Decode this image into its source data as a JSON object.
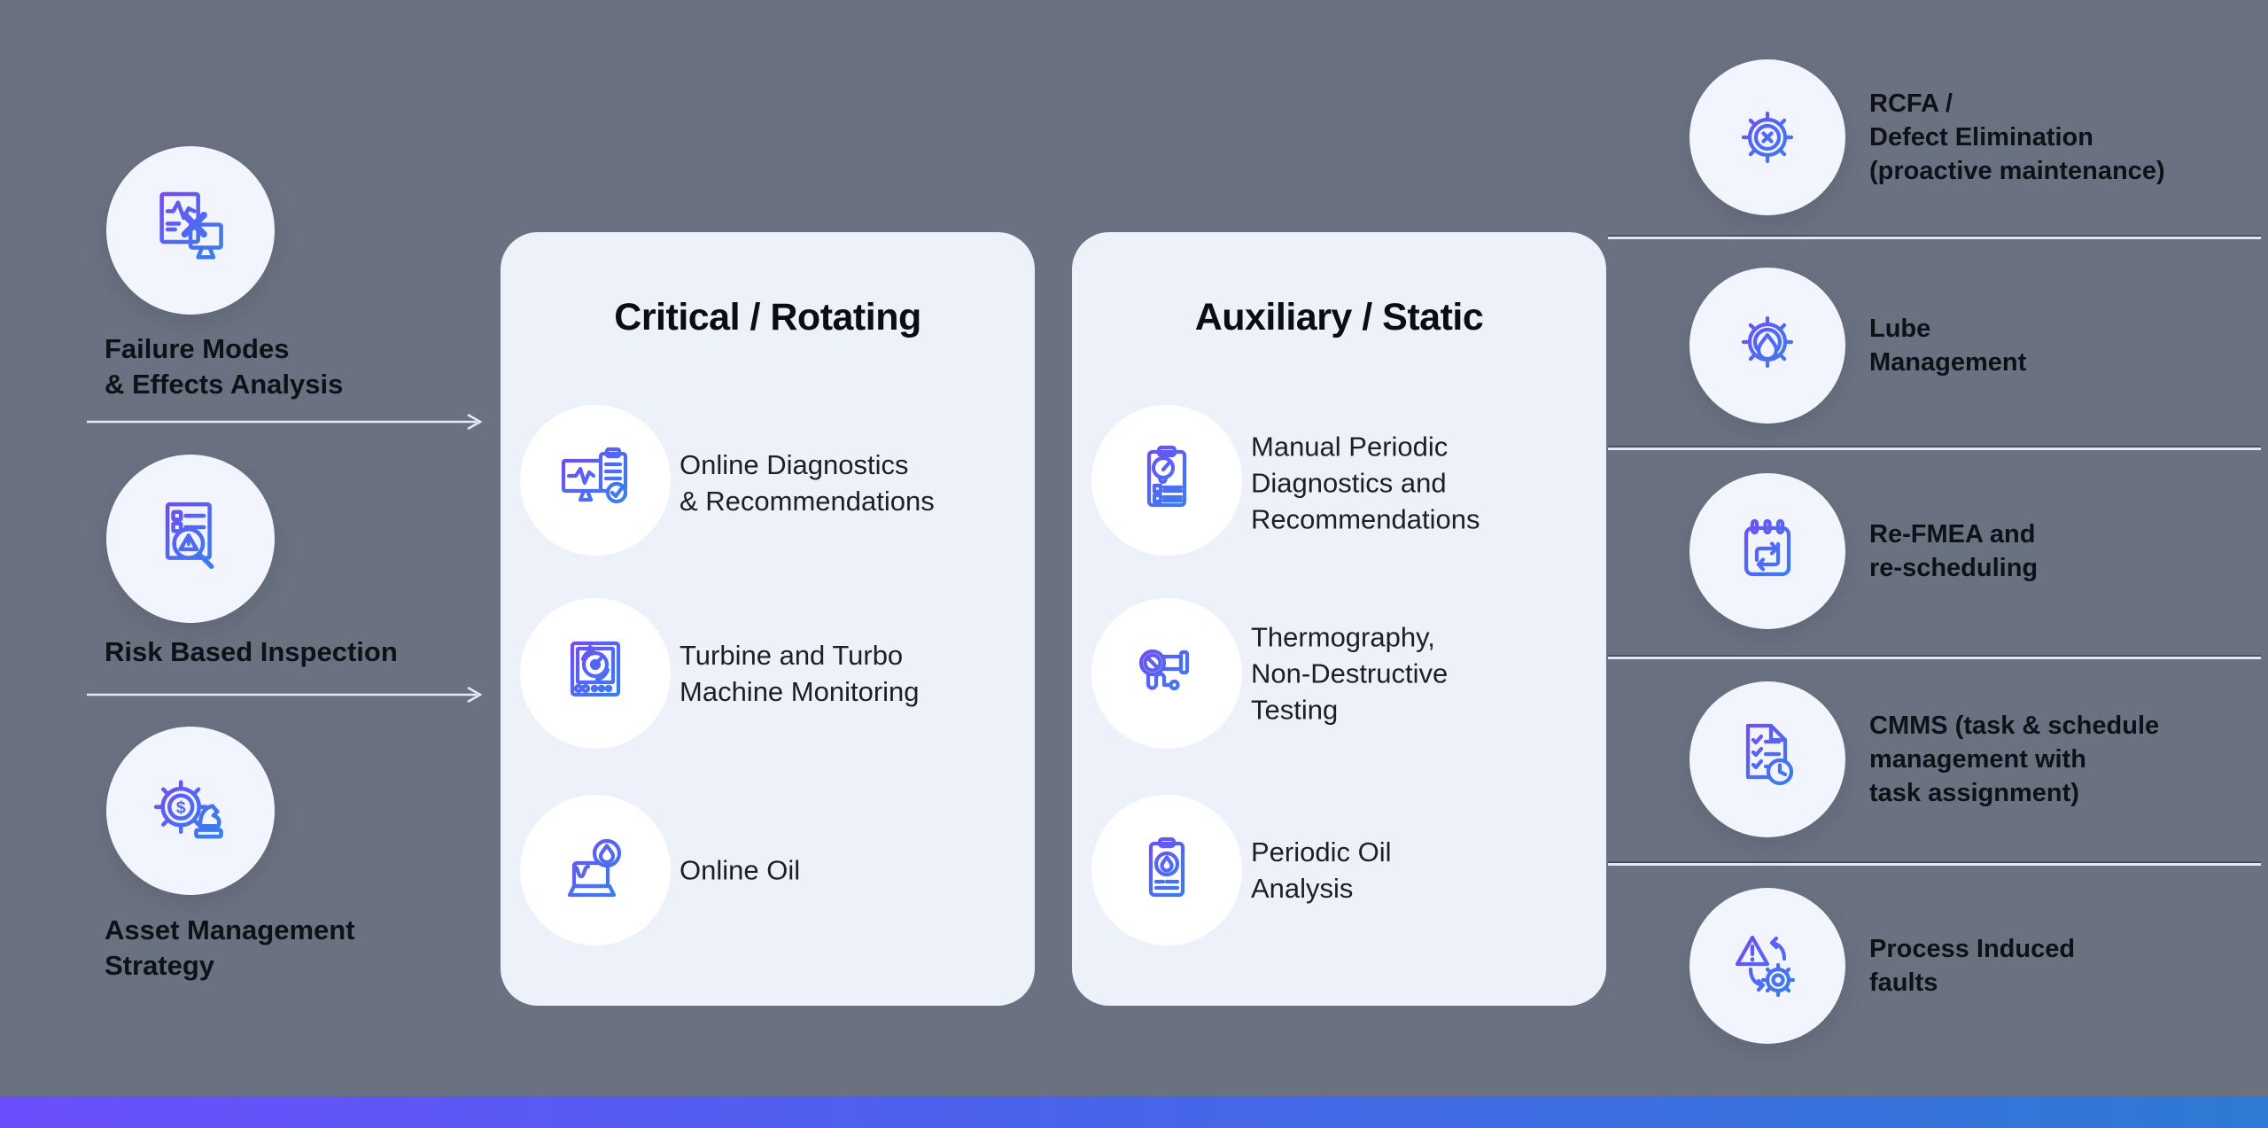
{
  "colors": {
    "background": "#6a7181",
    "card": "#edf1fa",
    "node_circle": "#f2f5fd",
    "item_circle": "#ffffff",
    "icon_gradient_start": "#8040f0",
    "icon_gradient_end": "#2d8ae6",
    "text_dark": "#0e1116",
    "connector_line": "#e0e8f7",
    "footer_gradient_start": "#6b4ffc",
    "footer_gradient_end": "#2e7ad4"
  },
  "left_flow": {
    "nodes": [
      {
        "icon": "failure-modes-icon",
        "label": "Failure Modes\n& Effects Analysis"
      },
      {
        "icon": "risk-inspection-icon",
        "label": "Risk Based Inspection"
      },
      {
        "icon": "asset-strategy-icon",
        "label": "Asset Management\nStrategy"
      }
    ]
  },
  "cards": [
    {
      "title": "Critical / Rotating",
      "items": [
        {
          "icon": "online-diagnostics-icon",
          "label": "Online Diagnostics\n& Recommendations"
        },
        {
          "icon": "turbine-monitoring-icon",
          "label": "Turbine and Turbo\nMachine Monitoring"
        },
        {
          "icon": "online-oil-icon",
          "label": "Online Oil"
        }
      ]
    },
    {
      "title": "Auxiliary / Static",
      "items": [
        {
          "icon": "manual-diagnostics-icon",
          "label": "Manual Periodic\nDiagnostics and\nRecommendations"
        },
        {
          "icon": "thermography-icon",
          "label": "Thermography,\nNon-Destructive\nTesting"
        },
        {
          "icon": "periodic-oil-icon",
          "label": "Periodic Oil\nAnalysis"
        }
      ]
    }
  ],
  "right_list": {
    "items": [
      {
        "icon": "rcfa-gear-x-icon",
        "label": "RCFA /\nDefect Elimination\n(proactive maintenance)"
      },
      {
        "icon": "lube-gear-drop-icon",
        "label": "Lube\nManagement"
      },
      {
        "icon": "refmea-calendar-icon",
        "label": "Re-FMEA and\nre-scheduling"
      },
      {
        "icon": "cmms-checklist-clock-icon",
        "label": "CMMS (task & schedule\nmanagement with\ntask assignment)"
      },
      {
        "icon": "process-faults-icon",
        "label": "Process Induced\nfaults"
      }
    ]
  }
}
